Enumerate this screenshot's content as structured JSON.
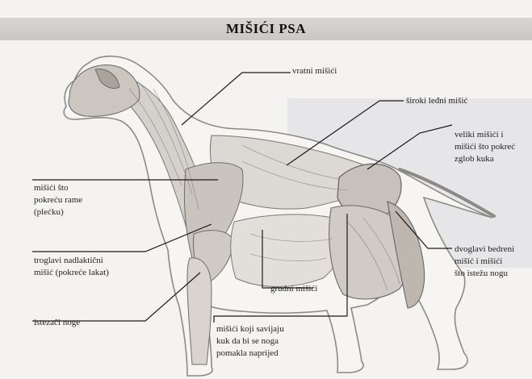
{
  "title": "MIŠIĆI PSA",
  "labels": {
    "vratni": "vratni mišići",
    "siroki": "široki leđni mišić",
    "veliki": "veliki mišići i\nmišići što pokreć\nzglob kuka",
    "rame": "mišići što\npokreću rame\n(plećku)",
    "troglavi": "troglavi nadlaktični\nmišić (pokreće lakat)",
    "dvoglavi": "dvoglavi bedreni\nmišić i mišići\nšto istežu nogu",
    "grudni": "grudni mišići",
    "istezaci": "istezači noge",
    "savijaju": "mišići koji savijaju\nkuk da bi se noga\npomakla naprijed"
  }
}
